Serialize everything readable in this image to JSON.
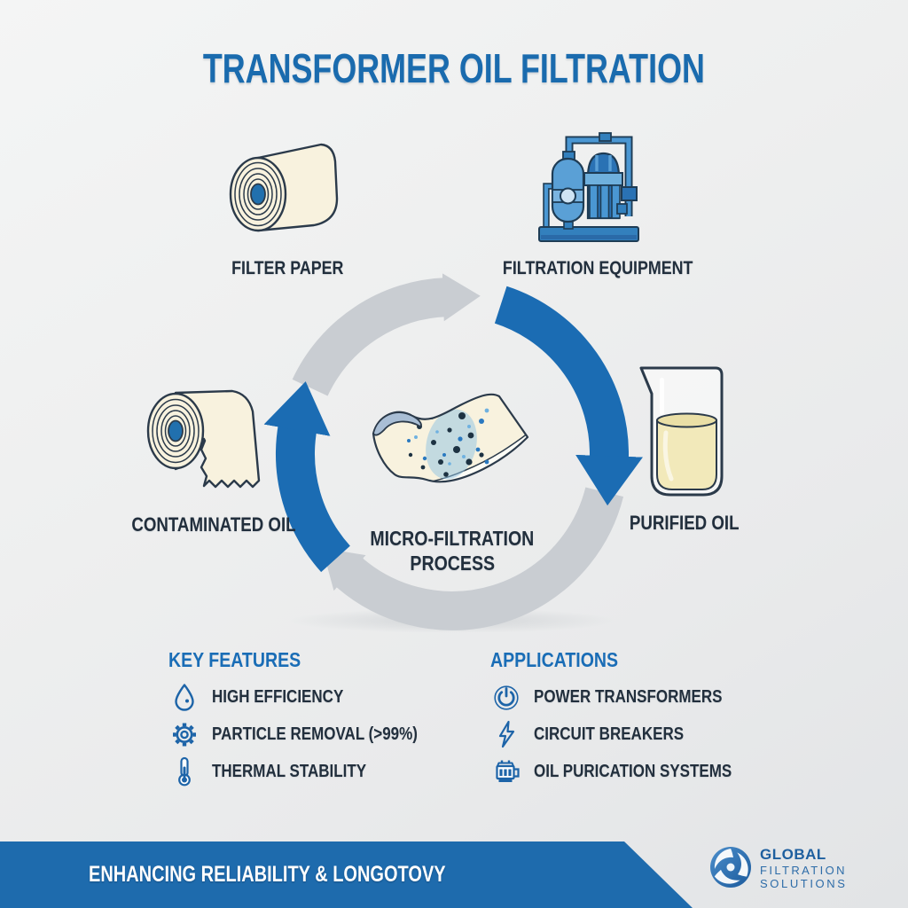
{
  "title": "TRANSFORMER OIL FILTRATION",
  "top_items": {
    "filter_paper": {
      "icon": "filter-paper-roll-illustration",
      "label": "FILTER PAPER"
    },
    "filtration_equipment": {
      "icon": "filtration-equipment-illustration",
      "label": "FILTRATION EQUIPMENT"
    }
  },
  "process": {
    "center_label_line1": "MICRO-FILTRATION",
    "center_label_line2": "PROCESS",
    "contaminated_label": "CONTAMINATED OIL",
    "purified_label": "PURIFIED OIL",
    "cycle_icons": [
      "contaminated-oil-roll-illustration",
      "micro-filtration-membrane-illustration",
      "purified-oil-beaker-illustration"
    ]
  },
  "key_features": {
    "heading": "KEY FEATURES",
    "items": [
      {
        "icon": "droplet-icon",
        "label": "HIGH EFFICIENCY"
      },
      {
        "icon": "gear-icon",
        "label": "PARTICLE REMOVAL (>99%)"
      },
      {
        "icon": "thermometer-icon",
        "label": "THERMAL STABILITY"
      }
    ]
  },
  "applications": {
    "heading": "APPLICATIONS",
    "items": [
      {
        "icon": "power-icon",
        "label": "POWER TRANSFORMERS"
      },
      {
        "icon": "lightning-icon",
        "label": "CIRCUIT BREAKERS"
      },
      {
        "icon": "transformer-icon",
        "label": "OIL PURICATION SYSTEMS"
      }
    ]
  },
  "footer": {
    "tagline": "ENHANCING RELIABILITY & LONGOTOVY",
    "logo": {
      "icon": "swirl-logo-icon",
      "line1": "GLOBAL",
      "line2": "FILTRATION",
      "line3": "SOLUTIONS"
    }
  },
  "colors": {
    "title_blue": "#1a6bae",
    "heading_blue": "#1a6db6",
    "navy_text": "#222f3d",
    "banner_blue": "#1e6bad",
    "arrow_blue": "#1b6cb3",
    "arc_gray": "#c9cdd2",
    "cream": "#f8f2de",
    "oil_yellow": "#f2e9ba",
    "background": "#ededee"
  }
}
